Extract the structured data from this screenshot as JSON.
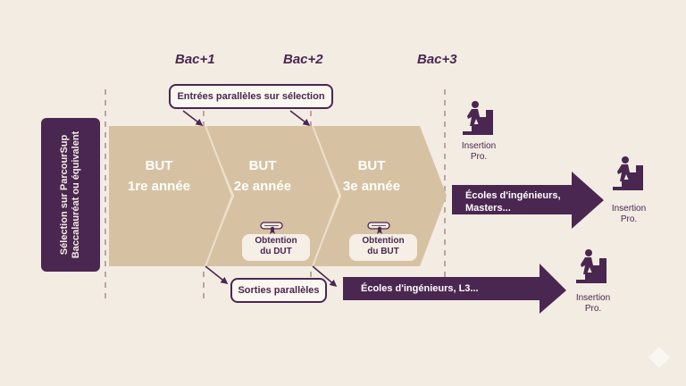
{
  "bac_labels": [
    "Bac+1",
    "Bac+2",
    "Bac+3"
  ],
  "selection": {
    "line1": "Sélection sur ParcourSup",
    "line2": "Baccalauréat ou équivalent"
  },
  "steps": [
    {
      "title": "BUT",
      "subtitle": "1re année"
    },
    {
      "title": "BUT",
      "subtitle": "2e année"
    },
    {
      "title": "BUT",
      "subtitle": "3e année"
    }
  ],
  "entrees_paralleles": "Entrées parallèles sur sélection",
  "sorties_paralleles": "Sorties parallèles",
  "obtention": [
    {
      "line1": "Obtention",
      "line2": "du DUT"
    },
    {
      "line1": "Obtention",
      "line2": "du BUT"
    }
  ],
  "arrows": {
    "ecoles_masters": {
      "line1": "Écoles d'ingénieurs,",
      "line2": "Masters..."
    },
    "ecoles_l3": "Écoles d'ingénieurs, L3..."
  },
  "insertion": [
    {
      "line1": "Insertion",
      "line2": "Pro."
    },
    {
      "line1": "Insertion",
      "line2": "Pro."
    },
    {
      "line1": "Insertion",
      "line2": "Pro."
    }
  ],
  "icons": [
    "stairs-person-icon",
    "diploma-scroll-icon",
    "arrow-icon"
  ],
  "colors": {
    "background": "#f3ece3",
    "primary": "#4a2750",
    "step_fill": "#d6c2a2",
    "dashed": "#b9a5a4"
  }
}
